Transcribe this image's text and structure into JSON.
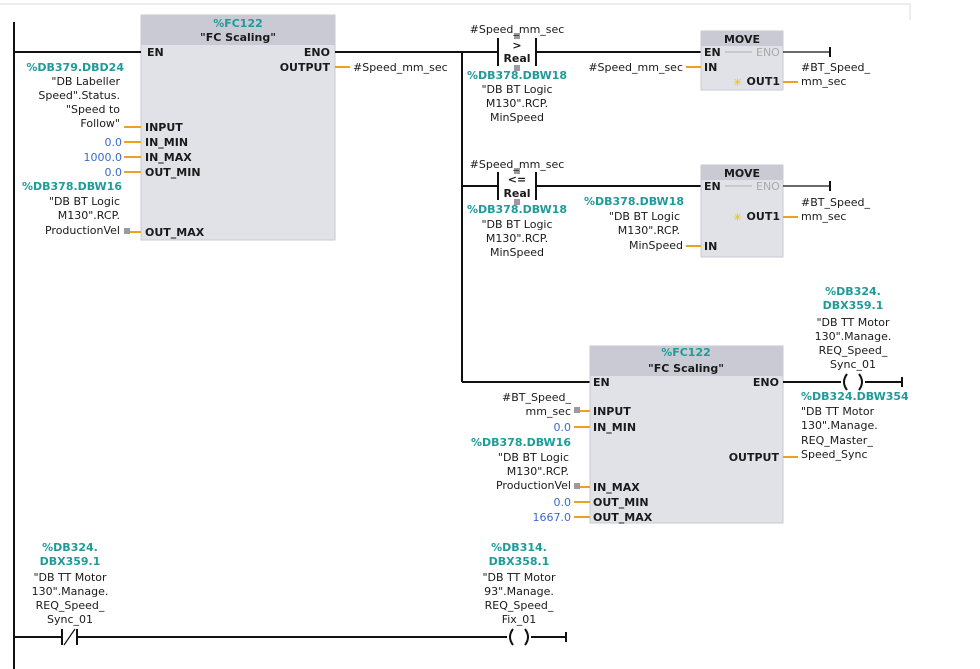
{
  "fc_block_1": {
    "address": "%FC122",
    "name": "\"FC Scaling\"",
    "en": "EN",
    "eno": "ENO",
    "output_pin": "OUTPUT",
    "output_var": "#Speed_mm_sec",
    "input_addr": "%DB379.DBD24",
    "input_sym": [
      "\"DB Labeller",
      "Speed\".Status.",
      "\"Speed to",
      "Follow\""
    ],
    "pins": {
      "input": "INPUT",
      "in_min": "IN_MIN",
      "in_max": "IN_MAX",
      "out_min": "OUT_MIN",
      "out_max": "OUT_MAX"
    },
    "in_min_val": "0.0",
    "in_max_val": "1000.0",
    "out_min_val": "0.0",
    "out_max_addr": "%DB378.DBW16",
    "out_max_sym": [
      "\"DB BT Logic",
      "M130\".RCP.",
      "ProductionVel"
    ]
  },
  "cmp_gt": {
    "top_var": "#Speed_mm_sec",
    "op": ">",
    "type": "Real",
    "bottom_addr": "%DB378.DBW18",
    "bottom_sym": [
      "\"DB BT Logic",
      "M130\".RCP.",
      "MinSpeed"
    ]
  },
  "move_1": {
    "title": "MOVE",
    "en": "EN",
    "eno": "ENO",
    "in_pin": "IN",
    "out_pin": "OUT1",
    "in_var": "#Speed_mm_sec",
    "out_var": [
      "#BT_Speed_",
      "mm_sec"
    ]
  },
  "cmp_le": {
    "top_var": "#Speed_mm_sec",
    "op": "<=",
    "type": "Real",
    "bottom_addr": "%DB378.DBW18",
    "bottom_sym": [
      "\"DB BT Logic",
      "M130\".RCP.",
      "MinSpeed"
    ]
  },
  "move_2": {
    "title": "MOVE",
    "en": "EN",
    "eno": "ENO",
    "in_pin": "IN",
    "out_pin": "OUT1",
    "in_addr": "%DB378.DBW18",
    "in_sym": [
      "\"DB BT Logic",
      "M130\".RCP.",
      "MinSpeed"
    ],
    "out_var": [
      "#BT_Speed_",
      "mm_sec"
    ]
  },
  "fc_block_2": {
    "address": "%FC122",
    "name": "\"FC Scaling\"",
    "en": "EN",
    "eno": "ENO",
    "output_pin": "OUTPUT",
    "pins": {
      "input": "INPUT",
      "in_min": "IN_MIN",
      "in_max": "IN_MAX",
      "out_min": "OUT_MIN",
      "out_max": "OUT_MAX"
    },
    "input_var": [
      "#BT_Speed_",
      "mm_sec"
    ],
    "in_min_val": "0.0",
    "in_max_addr": "%DB378.DBW16",
    "in_max_sym": [
      "\"DB BT Logic",
      "M130\".RCP.",
      "ProductionVel"
    ],
    "out_min_val": "0.0",
    "out_max_val": "1667.0",
    "output_addr": "%DB324.DBW354",
    "output_sym": [
      "\"DB TT Motor",
      "130\".Manage.",
      "REQ_Master_",
      "Speed_Sync"
    ]
  },
  "coil_sync": {
    "addr": [
      "%DB324.",
      "DBX359.1"
    ],
    "sym": [
      "\"DB TT Motor",
      "130\".Manage.",
      "REQ_Speed_",
      "Sync_01"
    ]
  },
  "contact_nc": {
    "addr": [
      "%DB324.",
      "DBX359.1"
    ],
    "sym": [
      "\"DB TT Motor",
      "130\".Manage.",
      "REQ_Speed_",
      "Sync_01"
    ]
  },
  "coil_fix": {
    "addr": [
      "%DB314.",
      "DBX358.1"
    ],
    "sym": [
      "\"DB TT Motor",
      "93\".Manage.",
      "REQ_Speed_",
      "Fix_01"
    ]
  }
}
